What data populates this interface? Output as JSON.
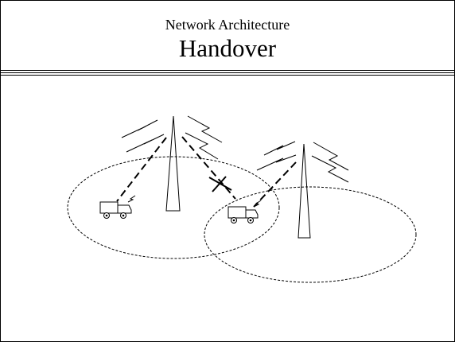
{
  "slide": {
    "subtitle": "Network Architecture",
    "title": "Handover"
  },
  "diagram": {
    "towers": [
      "base-station-left",
      "base-station-right"
    ],
    "vehicles": [
      "mobile-vehicle-left",
      "mobile-vehicle-center"
    ],
    "cells": [
      "coverage-cell-left",
      "coverage-cell-right"
    ],
    "links": [
      "active-link-left",
      "dropped-link",
      "new-link-right"
    ]
  },
  "colors": {
    "ink": "#000000",
    "background": "#ffffff"
  }
}
